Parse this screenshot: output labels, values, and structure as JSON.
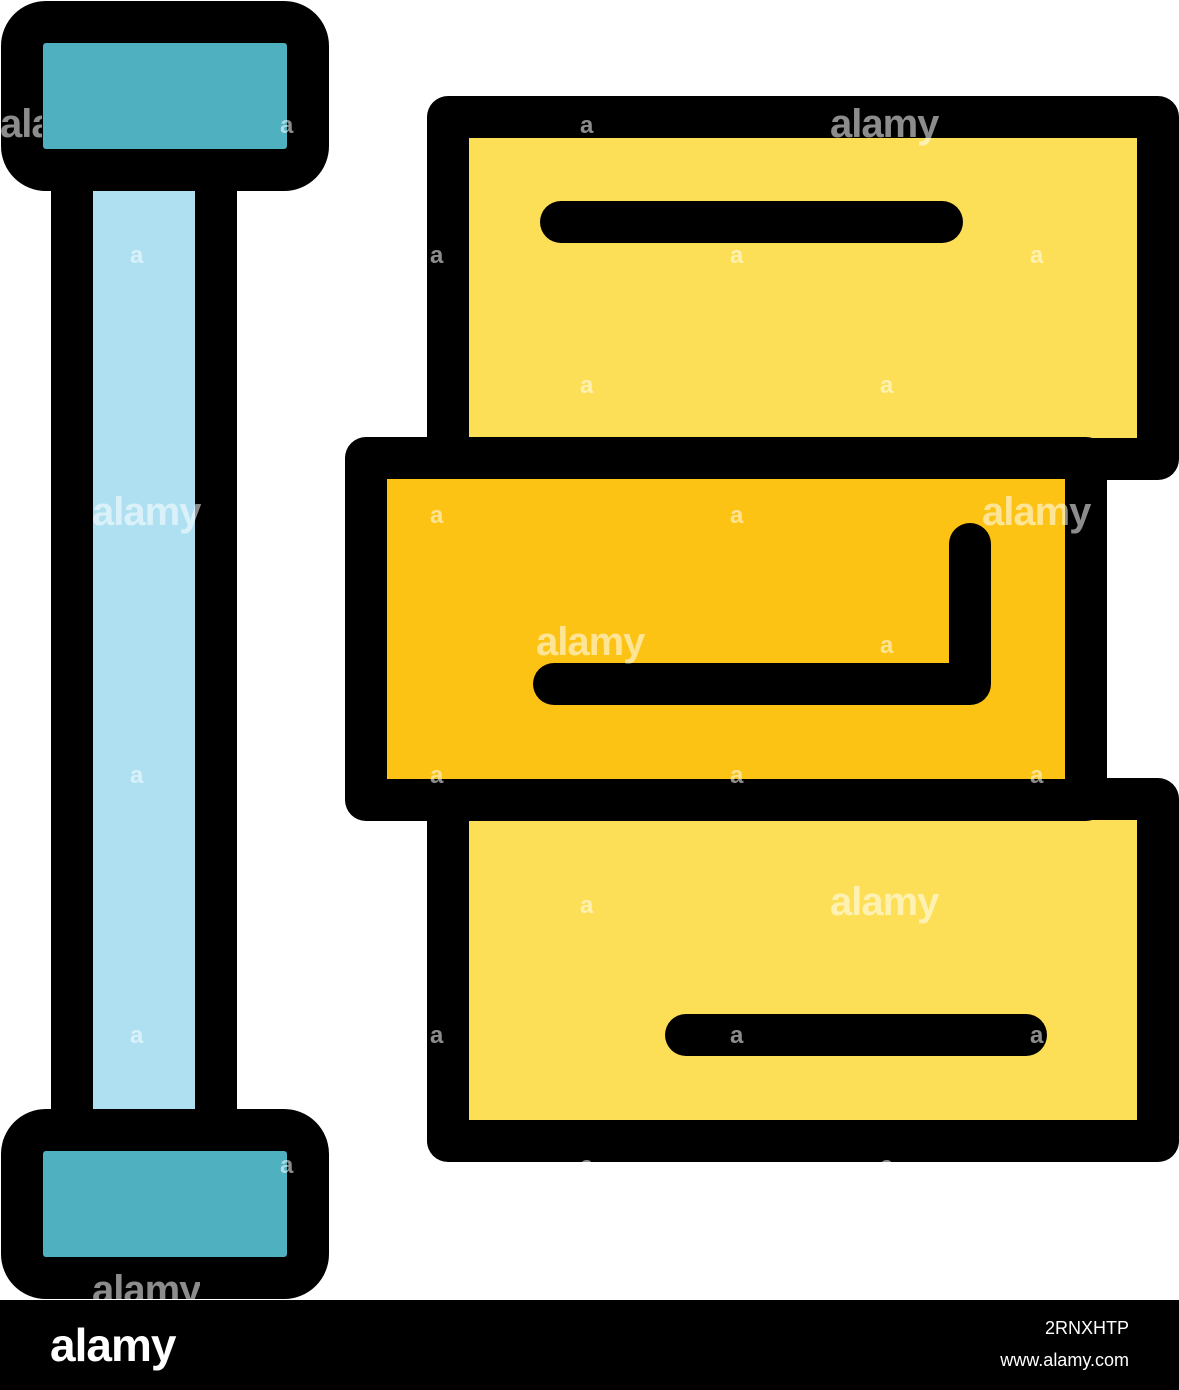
{
  "icon": {
    "name": "stacked-boxes-with-handle-icon",
    "colors": {
      "outline": "#000000",
      "handle_caps": "#4fb0c0",
      "handle_bar": "#aee0f2",
      "top_box": "#fcdf56",
      "middle_box": "#fcc314",
      "bottom_box": "#fcdf56"
    }
  },
  "watermark": {
    "text": "alamy",
    "letter": "a"
  },
  "footer": {
    "logo": "alamy",
    "image_id": "2RNXHTP",
    "url": "www.alamy.com"
  }
}
